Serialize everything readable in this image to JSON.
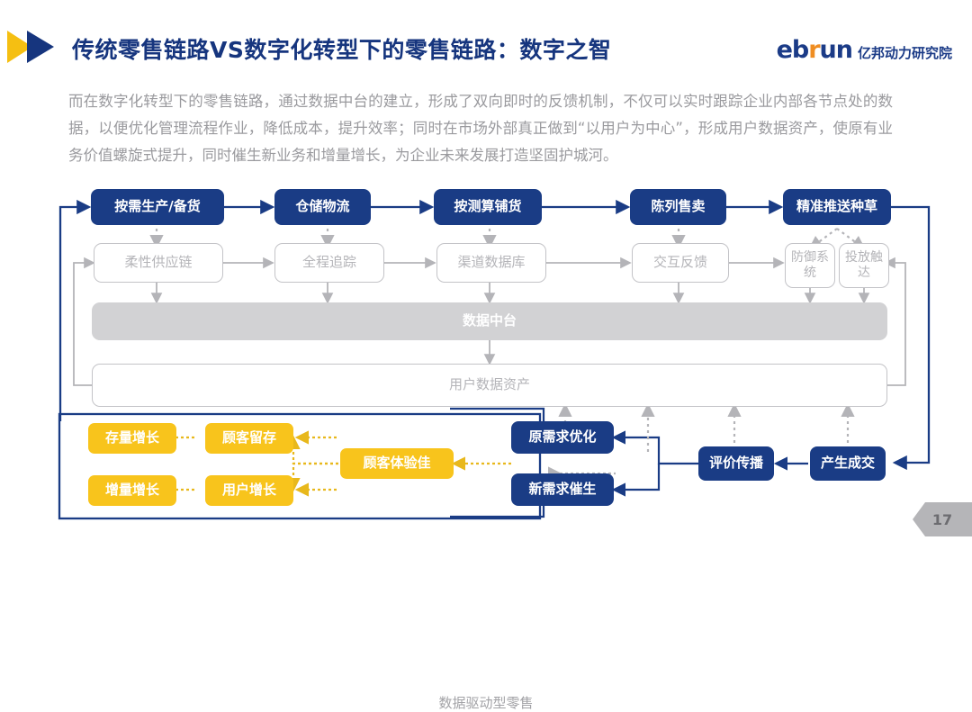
{
  "header": {
    "title": "传统零售链路VS数字化转型下的零售链路：数字之智",
    "logo_icon": "double-chevron-arrow-logo",
    "brand": {
      "part1": "eb",
      "accent": "r",
      "part2": "un",
      "cn": "亿邦动力研究院"
    },
    "accent_color": "#16357e",
    "brand_accent_color": "#ef8d22"
  },
  "paragraph": "而在数字化转型下的零售链路，通过数据中台的建立，形成了双向即时的反馈机制，不仅可以实时跟踪企业内部各节点处的数据，以便优化管理流程作业，降低成本，提升效率；同时在市场外部真正做到“以用户为中心”，形成用户数据资产，使原有业务价值螺旋式提升，同时催生新业务和增量增长，为企业未来发展打造坚固护城河。",
  "diagram": {
    "caption": "数据驱动型零售",
    "colors": {
      "blue": "#1a3c85",
      "yellow": "#f8c41c",
      "gray_fill": "#d2d2d4",
      "gray_line": "#b4b4b8"
    },
    "top_chain": [
      {
        "label": "按需生产/备货"
      },
      {
        "label": "仓储物流"
      },
      {
        "label": "按测算铺货"
      },
      {
        "label": "陈列售卖"
      },
      {
        "label": "精准推送种草"
      }
    ],
    "middle_chain": [
      {
        "label": "柔性供应链"
      },
      {
        "label": "全程追踪"
      },
      {
        "label": "渠道数据库"
      },
      {
        "label": "交互反馈"
      },
      {
        "label": "防御系统"
      },
      {
        "label": "投放触达"
      }
    ],
    "platform_bar": "数据中台",
    "assets_bar": "用户数据资产",
    "growth_boxes": [
      {
        "label": "存量增长"
      },
      {
        "label": "增量增长"
      },
      {
        "label": "顾客留存"
      },
      {
        "label": "用户增长"
      },
      {
        "label": "顾客体验佳"
      }
    ],
    "demand_boxes": [
      {
        "label": "原需求优化"
      },
      {
        "label": "新需求催生"
      }
    ],
    "outcome_boxes": [
      {
        "label": "评价传播"
      },
      {
        "label": "产生成交"
      }
    ]
  },
  "page_number": "17"
}
